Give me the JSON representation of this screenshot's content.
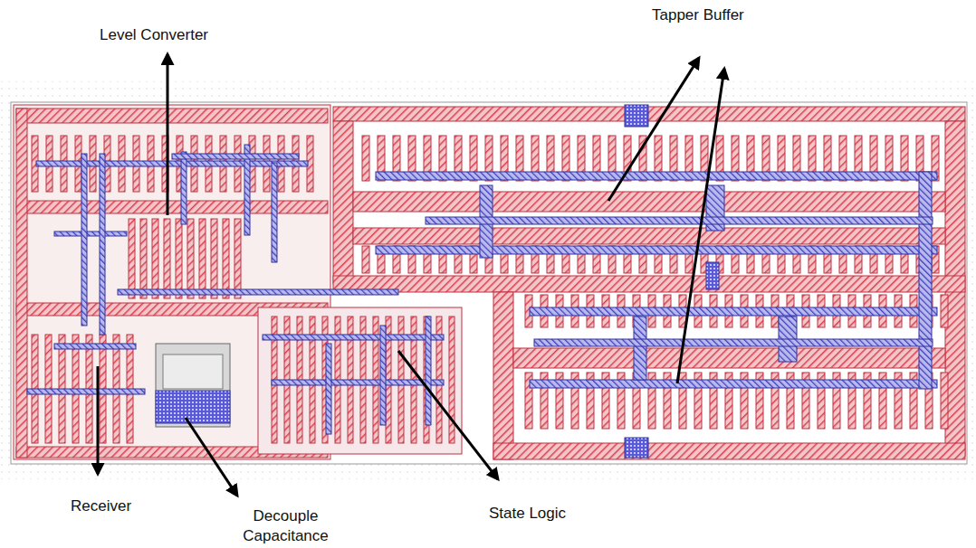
{
  "diagram": {
    "labels": [
      "Level Converter",
      "Tapper Buffer",
      "Receiver",
      "Decouple Capacitance",
      "State Logic"
    ]
  }
}
